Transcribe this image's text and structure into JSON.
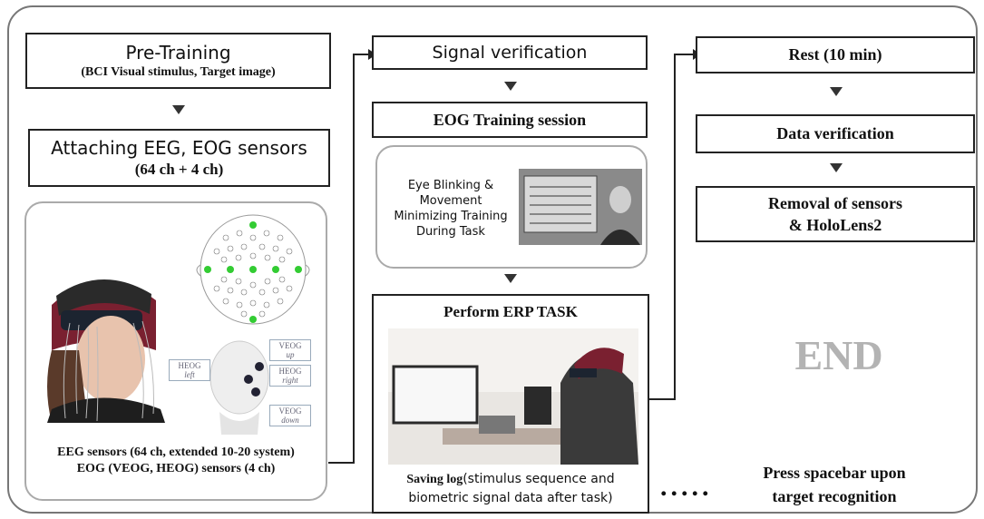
{
  "col1": {
    "pretraining_title": "Pre-Training",
    "pretraining_sub": "(BCI Visual stimulus, Target image)",
    "attach_title": "Attaching EEG, EOG sensors",
    "attach_sub": "(64 ch + 4 ch)",
    "eog_labels": {
      "veog_up_1": "VEOG",
      "veog_up_2": "up",
      "heog_left_1": "HEOG",
      "heog_left_2": "left",
      "heog_right_1": "HEOG",
      "heog_right_2": "right",
      "veog_down_1": "VEOG",
      "veog_down_2": "down"
    },
    "caption_line1": "EEG sensors (64 ch, extended 10-20 system)",
    "caption_line2": "EOG (VEOG, HEOG) sensors (4 ch)"
  },
  "col2": {
    "signal_verification": "Signal verification",
    "eog_training": "EOG Training session",
    "eye_text_1": "Eye Blinking &",
    "eye_text_2": "Movement",
    "eye_text_3": "Minimizing Training",
    "eye_text_4": "During Task",
    "erp_title": "Perform ERP TASK",
    "saving_bold": "Saving log",
    "saving_rest": "(stimulus sequence and",
    "saving_line2": "biometric signal data after task)"
  },
  "col3": {
    "rest": "Rest (10 min)",
    "data_verification": "Data verification",
    "removal_1": "Removal of sensors",
    "removal_2": "& HoloLens2",
    "end": "END",
    "dots": ".....",
    "press_1": "Press spacebar upon",
    "press_2": "target recognition"
  },
  "colors": {
    "border": "#222222",
    "panel_border": "#aaaaaa",
    "end_text": "#b3b3b3",
    "electrode_green": "#33cc33"
  }
}
